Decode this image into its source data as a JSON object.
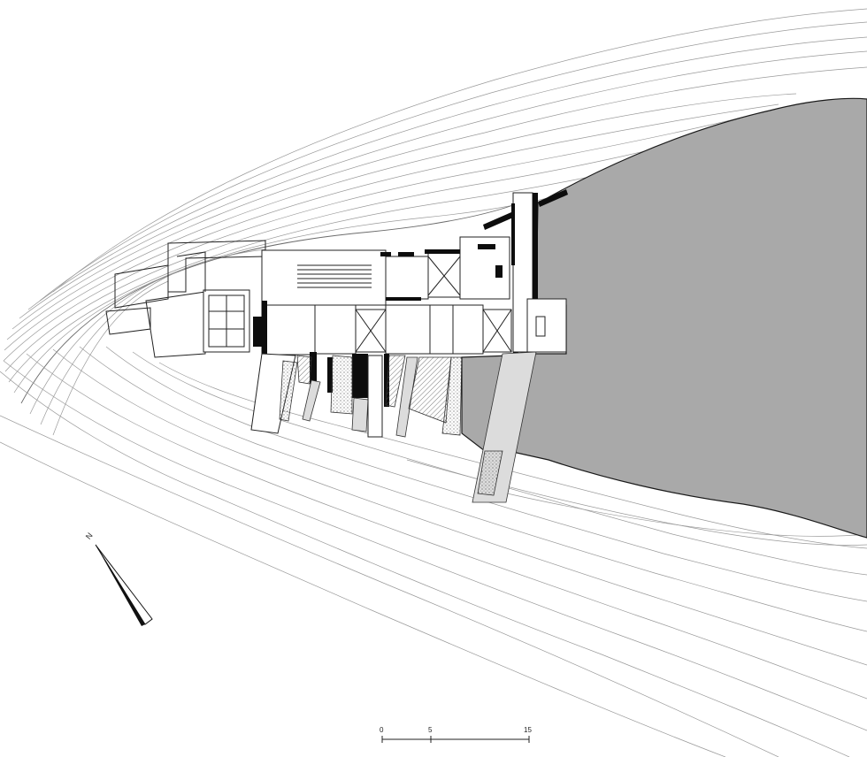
{
  "plan": {
    "water_color": "#a9a9a9",
    "wall_color": "#0d0d0d",
    "contour_color": "#9a9a9a"
  },
  "north_arrow": {
    "label": "N",
    "icon": "north-arrow-icon"
  },
  "scale_bar": {
    "ticks": [
      "0",
      "5",
      "15"
    ]
  }
}
